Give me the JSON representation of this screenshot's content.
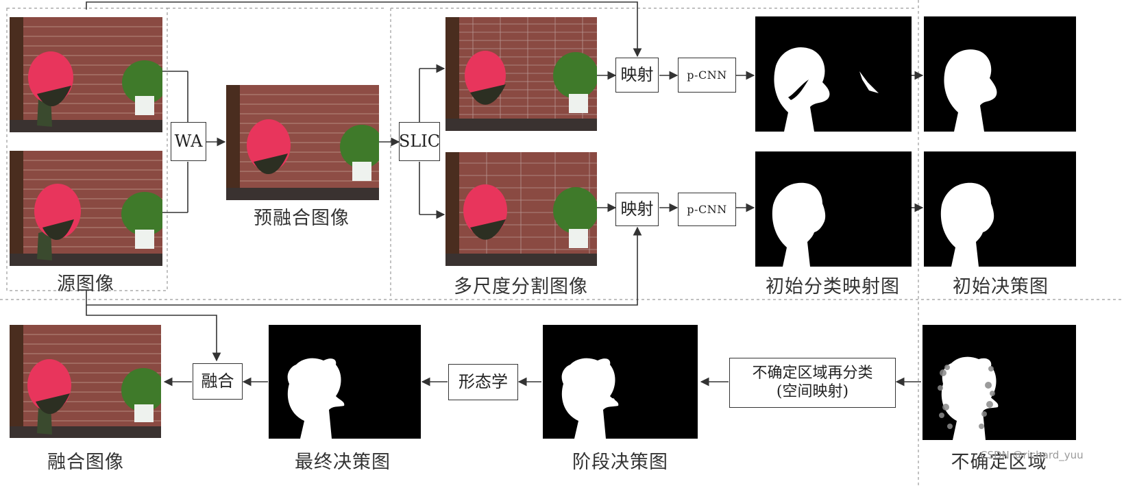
{
  "boxes": {
    "wa": "WA",
    "slic": "SLIC",
    "mapping_top": "映射",
    "mapping_bottom": "映射",
    "cnn_top": "p-CNN",
    "cnn_bottom": "p-CNN",
    "fusion": "融合",
    "morphology": "形态学",
    "uncertain_line1": "不确定区域再分类",
    "uncertain_line2": "(空间映射)"
  },
  "captions": {
    "source_images": "源图像",
    "pre_fused_image": "预融合图像",
    "multiscale_segmentation": "多尺度分割图像",
    "initial_classification_map": "初始分类映射图",
    "initial_decision_map": "初始决策图",
    "fused_image": "融合图像",
    "final_decision_map": "最终决策图",
    "stage_decision_map": "阶段决策图",
    "uncertain_region": "不确定区域"
  },
  "watermark": "CSDN @richard_yuu",
  "colors": {
    "wire": "#333333",
    "dashed": "#9a9a9a",
    "mask_bg": "#000000",
    "mask_fg": "#ffffff",
    "flower": "#e8355c",
    "brick": "#8a4a42",
    "plant": "#3f7a2a"
  }
}
